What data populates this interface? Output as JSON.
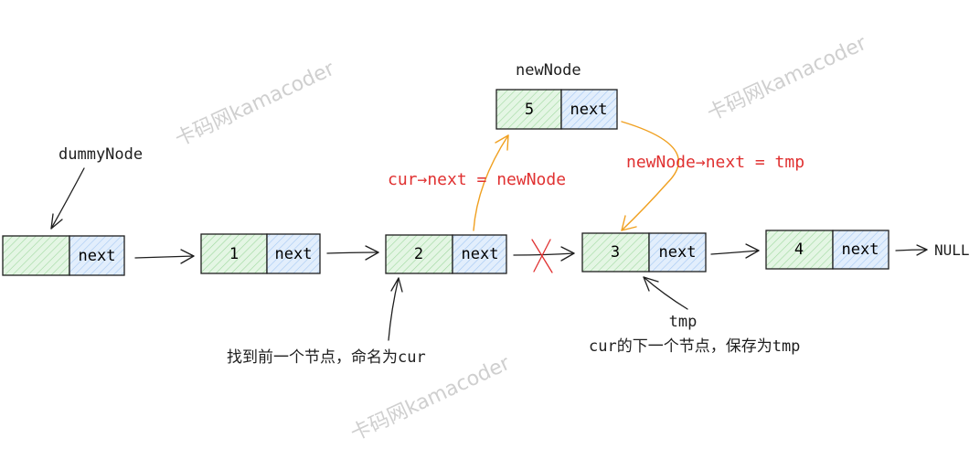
{
  "colors": {
    "value_fill": "#d9f2d9",
    "next_fill": "#d6e8fb",
    "stroke": "#1e1e1e",
    "highlight_arrow": "#f0a020",
    "code_red": "#e03131",
    "watermark": "#cfcfcf"
  },
  "nodes": {
    "dummy": {
      "value": "",
      "next": "next"
    },
    "n1": {
      "value": "1",
      "next": "next"
    },
    "n2": {
      "value": "2",
      "next": "next"
    },
    "n3": {
      "value": "3",
      "next": "next"
    },
    "n4": {
      "value": "4",
      "next": "next"
    },
    "new_node": {
      "value": "5",
      "next": "next"
    }
  },
  "labels": {
    "dummy_node": "dummyNode",
    "new_node": "newNode",
    "null": "NULL",
    "cur_next_assign": "cur→next = newNode",
    "new_node_next_assign": "newNode→next = tmp",
    "find_prev": "找到前一个节点，命名为cur",
    "tmp": "tmp",
    "save_tmp": "cur的下一个节点，保存为tmp"
  },
  "watermark": "卡码网kamacoder"
}
